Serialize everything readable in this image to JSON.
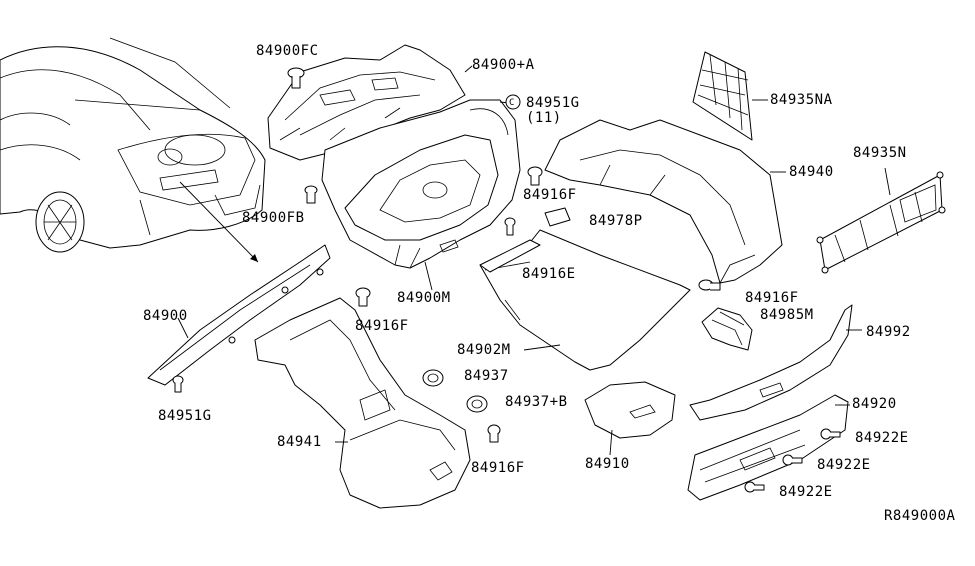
{
  "labels": {
    "p84900FC": "84900FC",
    "p84900A": "84900+A",
    "p84951G_top": "84951G",
    "p84951G_qty": "(11)",
    "p84935NA": "84935NA",
    "p84935N": "84935N",
    "p84940": "84940",
    "p84916F_a": "84916F",
    "p84978P": "84978P",
    "p84900FB": "84900FB",
    "p84916E": "84916E",
    "p84900M": "84900M",
    "p84900": "84900",
    "p84916F_b": "84916F",
    "p84916F_c": "84916F",
    "p84985M": "84985M",
    "p84992": "84992",
    "p84902M": "84902M",
    "p84937": "84937",
    "p84937B": "84937+B",
    "p84951G_bottom": "84951G",
    "p84941": "84941",
    "p84916F_d": "84916F",
    "p84910": "84910",
    "p84920": "84920",
    "p84922E_a": "84922E",
    "p84922E_b": "84922E",
    "p84922E_c": "84922E",
    "diagram_code": "R849000A"
  }
}
